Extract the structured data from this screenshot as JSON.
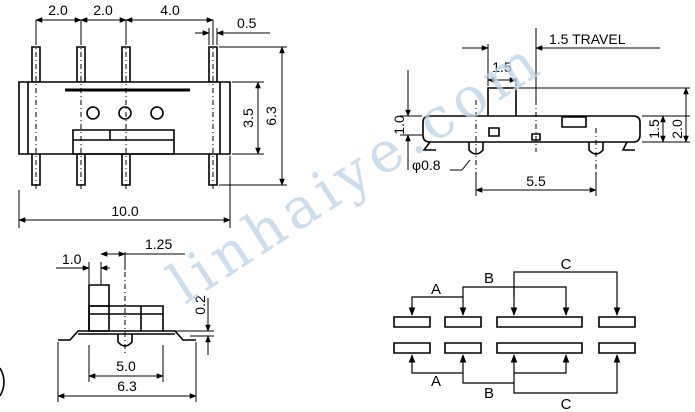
{
  "top_view": {
    "pitch_a": "2.0",
    "pitch_b": "2.0",
    "pitch_c": "4.0",
    "pin_width": "0.5",
    "body_length": "10.0",
    "row_spacing": "3.5",
    "pin_span": "6.3"
  },
  "side_view": {
    "knob_width": "1.5",
    "travel": "1.5 TRAVEL",
    "body_height": "1.0",
    "post_diameter": "φ0.8",
    "post_spacing": "5.5",
    "knob_height": "1.5",
    "total_height": "2.0"
  },
  "end_view": {
    "knob_a": "1.0",
    "knob_b": "1.25",
    "standoff": "0.2",
    "body_width": "5.0",
    "overall_width": "6.3"
  },
  "schematic": {
    "labels_top": [
      "A",
      "B",
      "C"
    ],
    "labels_bottom": [
      "A",
      "B",
      "C"
    ]
  },
  "watermark": "linhaiye.com",
  "colors": {
    "ink": "#000000",
    "watermark": "#bcd4e8"
  }
}
